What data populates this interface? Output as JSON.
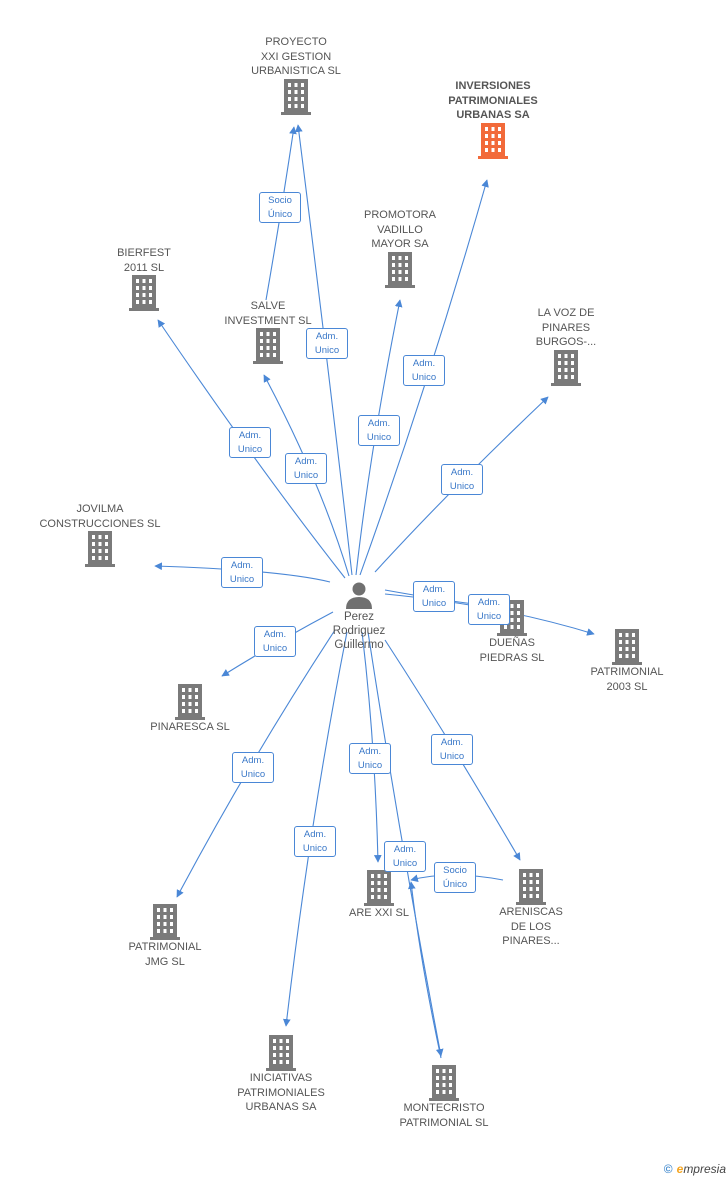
{
  "center": {
    "name_lines": [
      "Perez",
      "Rodriguez",
      "Guillermo"
    ]
  },
  "colors": {
    "edge": "#4a87d6",
    "building": "#7a7a7a",
    "highlight": "#f26a3a"
  },
  "companies": [
    {
      "id": "proyecto",
      "lines": [
        "PROYECTO",
        "XXI GESTION",
        "URBANISTICA SL"
      ],
      "highlight": false
    },
    {
      "id": "inversiones",
      "lines": [
        "INVERSIONES",
        "PATRIMONIALES",
        "URBANAS SA"
      ],
      "highlight": true
    },
    {
      "id": "promotora",
      "lines": [
        "PROMOTORA",
        "VADILLO",
        "MAYOR SA"
      ],
      "highlight": false
    },
    {
      "id": "bierfest",
      "lines": [
        "BIERFEST",
        "2011 SL"
      ],
      "highlight": false
    },
    {
      "id": "salve",
      "lines": [
        "SALVE",
        "INVESTMENT  SL"
      ],
      "highlight": false
    },
    {
      "id": "lavoz",
      "lines": [
        "LA VOZ DE",
        "PINARES",
        "BURGOS-..."
      ],
      "highlight": false
    },
    {
      "id": "jovilma",
      "lines": [
        "JOVILMA",
        "CONSTRUCCIONES SL"
      ],
      "highlight": false
    },
    {
      "id": "duenas",
      "lines": [
        "DUEÑAS",
        "PIEDRAS SL"
      ],
      "highlight": false
    },
    {
      "id": "patrimonial2003",
      "lines": [
        "PATRIMONIAL",
        "2003 SL"
      ],
      "highlight": false
    },
    {
      "id": "pinaresca",
      "lines": [
        "PINARESCA SL"
      ],
      "highlight": false
    },
    {
      "id": "patrimonialjmg",
      "lines": [
        "PATRIMONIAL",
        "JMG SL"
      ],
      "highlight": false
    },
    {
      "id": "arexxi",
      "lines": [
        "ARE XXI SL"
      ],
      "highlight": false
    },
    {
      "id": "areniscas",
      "lines": [
        "ARENISCAS",
        "DE LOS",
        "PINARES..."
      ],
      "highlight": false
    },
    {
      "id": "iniciativas",
      "lines": [
        "INICIATIVAS",
        "PATRIMONIALES",
        "URBANAS SA"
      ],
      "highlight": false
    },
    {
      "id": "montecristo",
      "lines": [
        "MONTECRISTO",
        "PATRIMONIAL SL"
      ],
      "highlight": false
    }
  ],
  "relations": [
    {
      "id": "r1",
      "lines": [
        "Socio",
        "Único"
      ]
    },
    {
      "id": "r2",
      "lines": [
        "Adm.",
        "Unico"
      ]
    },
    {
      "id": "r3",
      "lines": [
        "Adm.",
        "Unico"
      ]
    },
    {
      "id": "r4",
      "lines": [
        "Adm.",
        "Unico"
      ]
    },
    {
      "id": "r5",
      "lines": [
        "Adm.",
        "Unico"
      ]
    },
    {
      "id": "r6",
      "lines": [
        "Adm.",
        "Unico"
      ]
    },
    {
      "id": "r7",
      "lines": [
        "Adm.",
        "Unico"
      ]
    },
    {
      "id": "r8",
      "lines": [
        "Adm.",
        "Unico"
      ]
    },
    {
      "id": "r9",
      "lines": [
        "Adm.",
        "Unico"
      ]
    },
    {
      "id": "r10",
      "lines": [
        "Adm.",
        "Unico"
      ]
    },
    {
      "id": "r11",
      "lines": [
        "Adm.",
        "Unico"
      ]
    },
    {
      "id": "r12",
      "lines": [
        "Adm.",
        "Unico"
      ]
    },
    {
      "id": "r13",
      "lines": [
        "Adm.",
        "Unico"
      ]
    },
    {
      "id": "r14",
      "lines": [
        "Adm.",
        "Unico"
      ]
    },
    {
      "id": "r15",
      "lines": [
        "Adm.",
        "Unico"
      ]
    },
    {
      "id": "r16",
      "lines": [
        "Adm.",
        "Unico"
      ]
    },
    {
      "id": "r17",
      "lines": [
        "Socio",
        "Único"
      ]
    }
  ],
  "footer": {
    "copyright": "©",
    "brand_initial": "e",
    "brand_rest": "mpresia"
  }
}
